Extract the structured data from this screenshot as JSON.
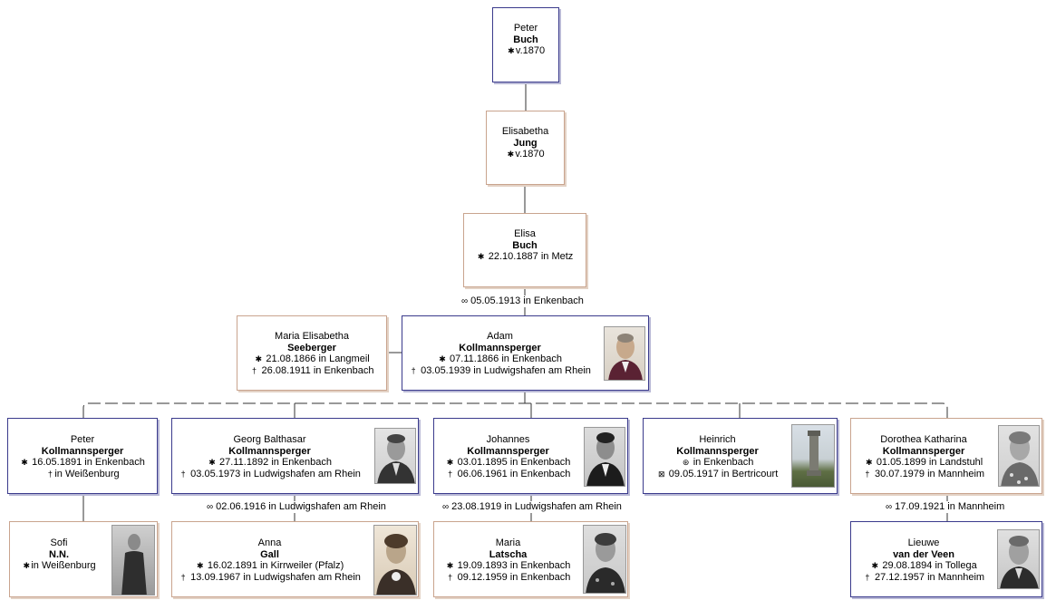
{
  "persons": {
    "peter_buch": {
      "given": "Peter",
      "surname": "Buch",
      "lines": [
        {
          "sym": "✱",
          "text": "v.1870"
        }
      ]
    },
    "elisabetha_jung": {
      "given": "Elisabetha",
      "surname": "Jung",
      "lines": [
        {
          "sym": "✱",
          "text": "v.1870"
        }
      ]
    },
    "elisa_buch": {
      "given": "Elisa",
      "surname": "Buch",
      "lines": [
        {
          "sym": "✱",
          "text": "22.10.1887 in Metz"
        }
      ]
    },
    "maria_seeberger": {
      "given": "Maria Elisabetha",
      "surname": "Seeberger",
      "lines": [
        {
          "sym": "✱",
          "text": "21.08.1866 in Langmeil"
        },
        {
          "sym": "†",
          "text": "26.08.1911 in Enkenbach"
        }
      ]
    },
    "adam_kollmannsperger": {
      "given": "Adam",
      "surname": "Kollmannsperger",
      "lines": [
        {
          "sym": "✱",
          "text": "07.11.1866 in Enkenbach"
        },
        {
          "sym": "†",
          "text": "03.05.1939 in Ludwigshafen am Rhein"
        }
      ]
    },
    "peter_kollmannsperger": {
      "given": "Peter",
      "surname": "Kollmannsperger",
      "lines": [
        {
          "sym": "✱",
          "text": "16.05.1891 in Enkenbach"
        },
        {
          "sym": "†",
          "text": "in Weißenburg"
        }
      ]
    },
    "georg_kollmannsperger": {
      "given": "Georg Balthasar",
      "surname": "Kollmannsperger",
      "lines": [
        {
          "sym": "✱",
          "text": "27.11.1892 in Enkenbach"
        },
        {
          "sym": "†",
          "text": "03.05.1973 in Ludwigshafen am Rhein"
        }
      ]
    },
    "johannes_kollmannsperger": {
      "given": "Johannes",
      "surname": "Kollmannsperger",
      "lines": [
        {
          "sym": "✱",
          "text": "03.01.1895 in Enkenbach"
        },
        {
          "sym": "†",
          "text": "06.06.1961 in Enkenbach"
        }
      ]
    },
    "heinrich_kollmannsperger": {
      "given": "Heinrich",
      "surname": "Kollmannsperger",
      "lines": [
        {
          "sym": "⊛",
          "text": "in Enkenbach"
        },
        {
          "sym": "⊠",
          "text": "09.05.1917 in Bertricourt"
        }
      ]
    },
    "dorothea_kollmannsperger": {
      "given": "Dorothea Katharina",
      "surname": "Kollmannsperger",
      "lines": [
        {
          "sym": "✱",
          "text": "01.05.1899 in Landstuhl"
        },
        {
          "sym": "†",
          "text": "30.07.1979 in Mannheim"
        }
      ]
    },
    "sofi_nn": {
      "given": "Sofi",
      "surname": "N.N.",
      "lines": [
        {
          "sym": "✱",
          "text": "in Weißenburg"
        }
      ]
    },
    "anna_gall": {
      "given": "Anna",
      "surname": "Gall",
      "lines": [
        {
          "sym": "✱",
          "text": "16.02.1891 in Kirrweiler (Pfalz)"
        },
        {
          "sym": "†",
          "text": "13.09.1967 in Ludwigshafen am Rhein"
        }
      ]
    },
    "maria_latscha": {
      "given": "Maria",
      "surname": "Latscha",
      "lines": [
        {
          "sym": "✱",
          "text": "19.09.1893 in Enkenbach"
        },
        {
          "sym": "†",
          "text": "09.12.1959 in Enkenbach"
        }
      ]
    },
    "lieuwe_van_der_veen": {
      "given": "Lieuwe",
      "surname": "van der Veen",
      "lines": [
        {
          "sym": "✱",
          "text": "29.08.1894 in Tollega"
        },
        {
          "sym": "†",
          "text": "27.12.1957 in Mannheim"
        }
      ]
    }
  },
  "marriages": {
    "elisa_adam": {
      "symbol": "∞",
      "text": "05.05.1913 in Enkenbach"
    },
    "georg_anna": {
      "symbol": "∞",
      "text": "02.06.1916 in Ludwigshafen am Rhein"
    },
    "johannes_maria": {
      "symbol": "∞",
      "text": "23.08.1919 in Ludwigshafen am Rhein"
    },
    "dorothea_lieuwe": {
      "symbol": "∞",
      "text": "17.09.1921 in Mannheim"
    }
  },
  "colors": {
    "male_border": "#3a3a8c",
    "female_border": "#c9a48e",
    "line": "#333333"
  }
}
